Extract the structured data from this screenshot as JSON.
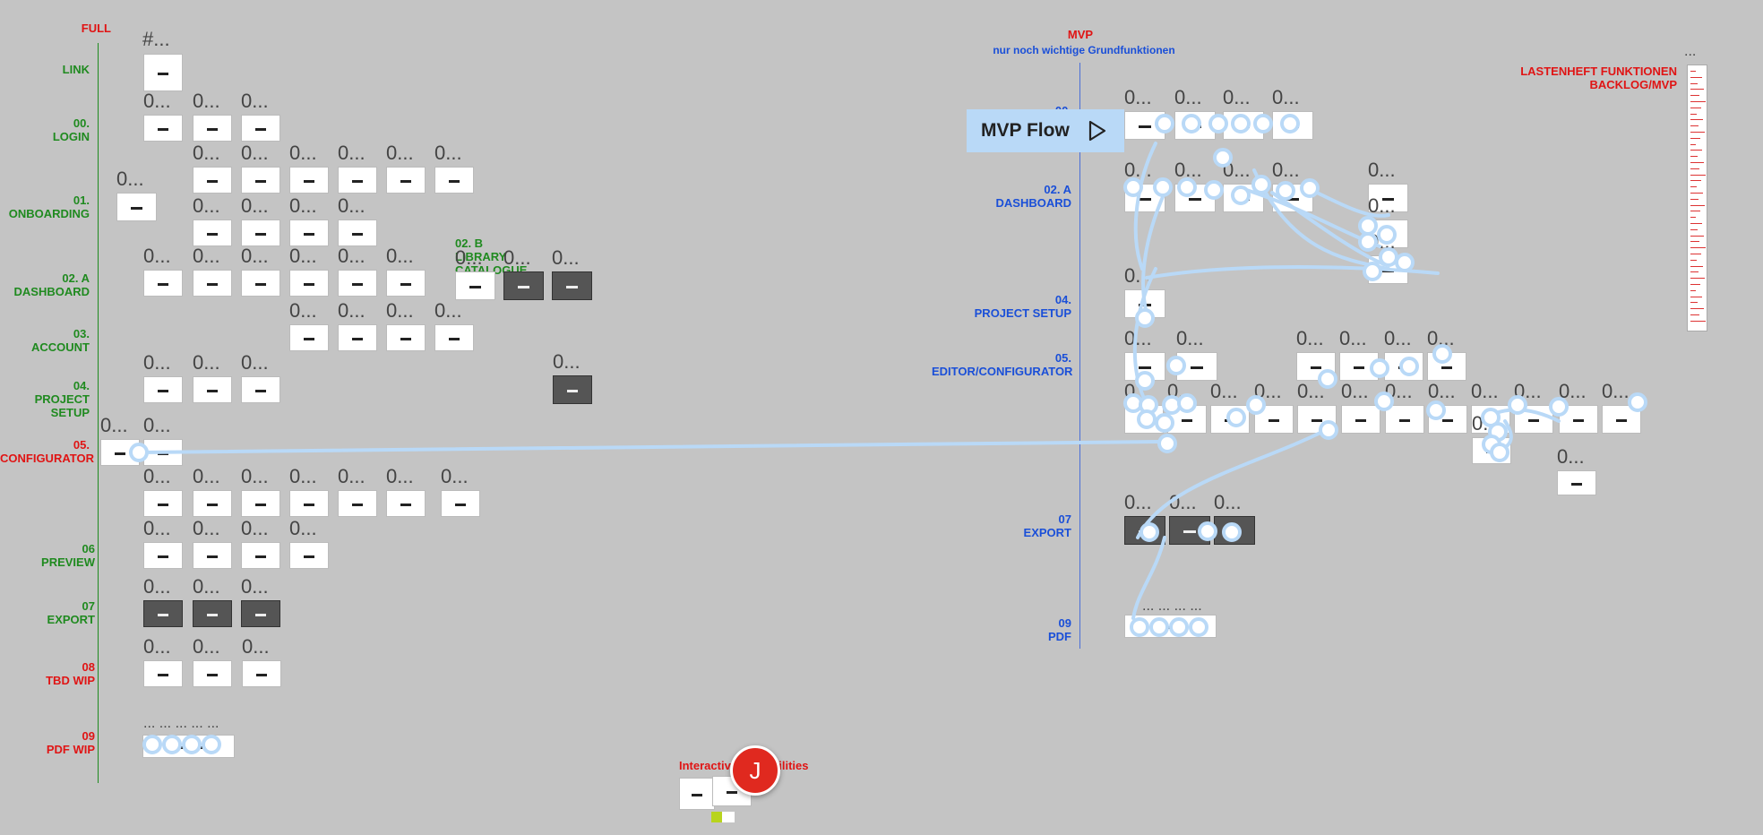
{
  "full": {
    "title": "FULL",
    "sections": [
      {
        "id": "link",
        "label": "LINK",
        "color": "green"
      },
      {
        "id": "login",
        "label": "00.\nLOGIN",
        "color": "green"
      },
      {
        "id": "onboarding",
        "label": "01.\nONBOARDING",
        "color": "green"
      },
      {
        "id": "dashboard",
        "label": "02. A\nDASHBOARD",
        "color": "green"
      },
      {
        "id": "account",
        "label": "03.\nACCOUNT",
        "color": "green"
      },
      {
        "id": "project_setup",
        "label": "04.\nPROJECT SETUP",
        "color": "green"
      },
      {
        "id": "configurator",
        "label": "05.\nCONFIGURATOR",
        "color": "red"
      },
      {
        "id": "preview",
        "label": "06\nPREVIEW",
        "color": "green"
      },
      {
        "id": "export",
        "label": "07\nEXPORT",
        "color": "green"
      },
      {
        "id": "tbd",
        "label": "08\nTBD WIP",
        "color": "red"
      },
      {
        "id": "pdf",
        "label": "09\nPDF WIP",
        "color": "red"
      }
    ],
    "library_label": "02. B\nLIBRARY CATALOGUE",
    "link_frame_title": "#...",
    "frame_title": "0...",
    "pdf_frame_titles": "... ... ... ... ..."
  },
  "mvp": {
    "title": "MVP",
    "subtitle": "nur noch wichtige Grundfunktionen",
    "sections": [
      {
        "id": "login",
        "label": "00."
      },
      {
        "id": "dashboard",
        "label": "02. A\nDASHBOARD"
      },
      {
        "id": "project_setup",
        "label": "04.\nPROJECT SETUP"
      },
      {
        "id": "editor",
        "label": "05.\nEDITOR/CONFIGURATOR"
      },
      {
        "id": "export",
        "label": "07\nEXPORT"
      },
      {
        "id": "pdf",
        "label": "09\nPDF"
      }
    ],
    "flow_button": "MVP Flow",
    "frame_title": "0...",
    "pdf_frame_titles": "... ... ... ..."
  },
  "backlog": {
    "title": "LASTENHEFT FUNKTIONEN\nBACKLOG/MVP",
    "frame_title": "..."
  },
  "interactive": {
    "title": "Interactive Possibilities"
  },
  "avatar": {
    "initial": "J",
    "color": "#e0291f"
  },
  "colors": {
    "canvas": "#c4c4c4",
    "green": "#1f8a1f",
    "red": "#e01414",
    "blue": "#1a4fd8",
    "connector": "#b9d9f7"
  },
  "icons": [
    "play-icon"
  ]
}
